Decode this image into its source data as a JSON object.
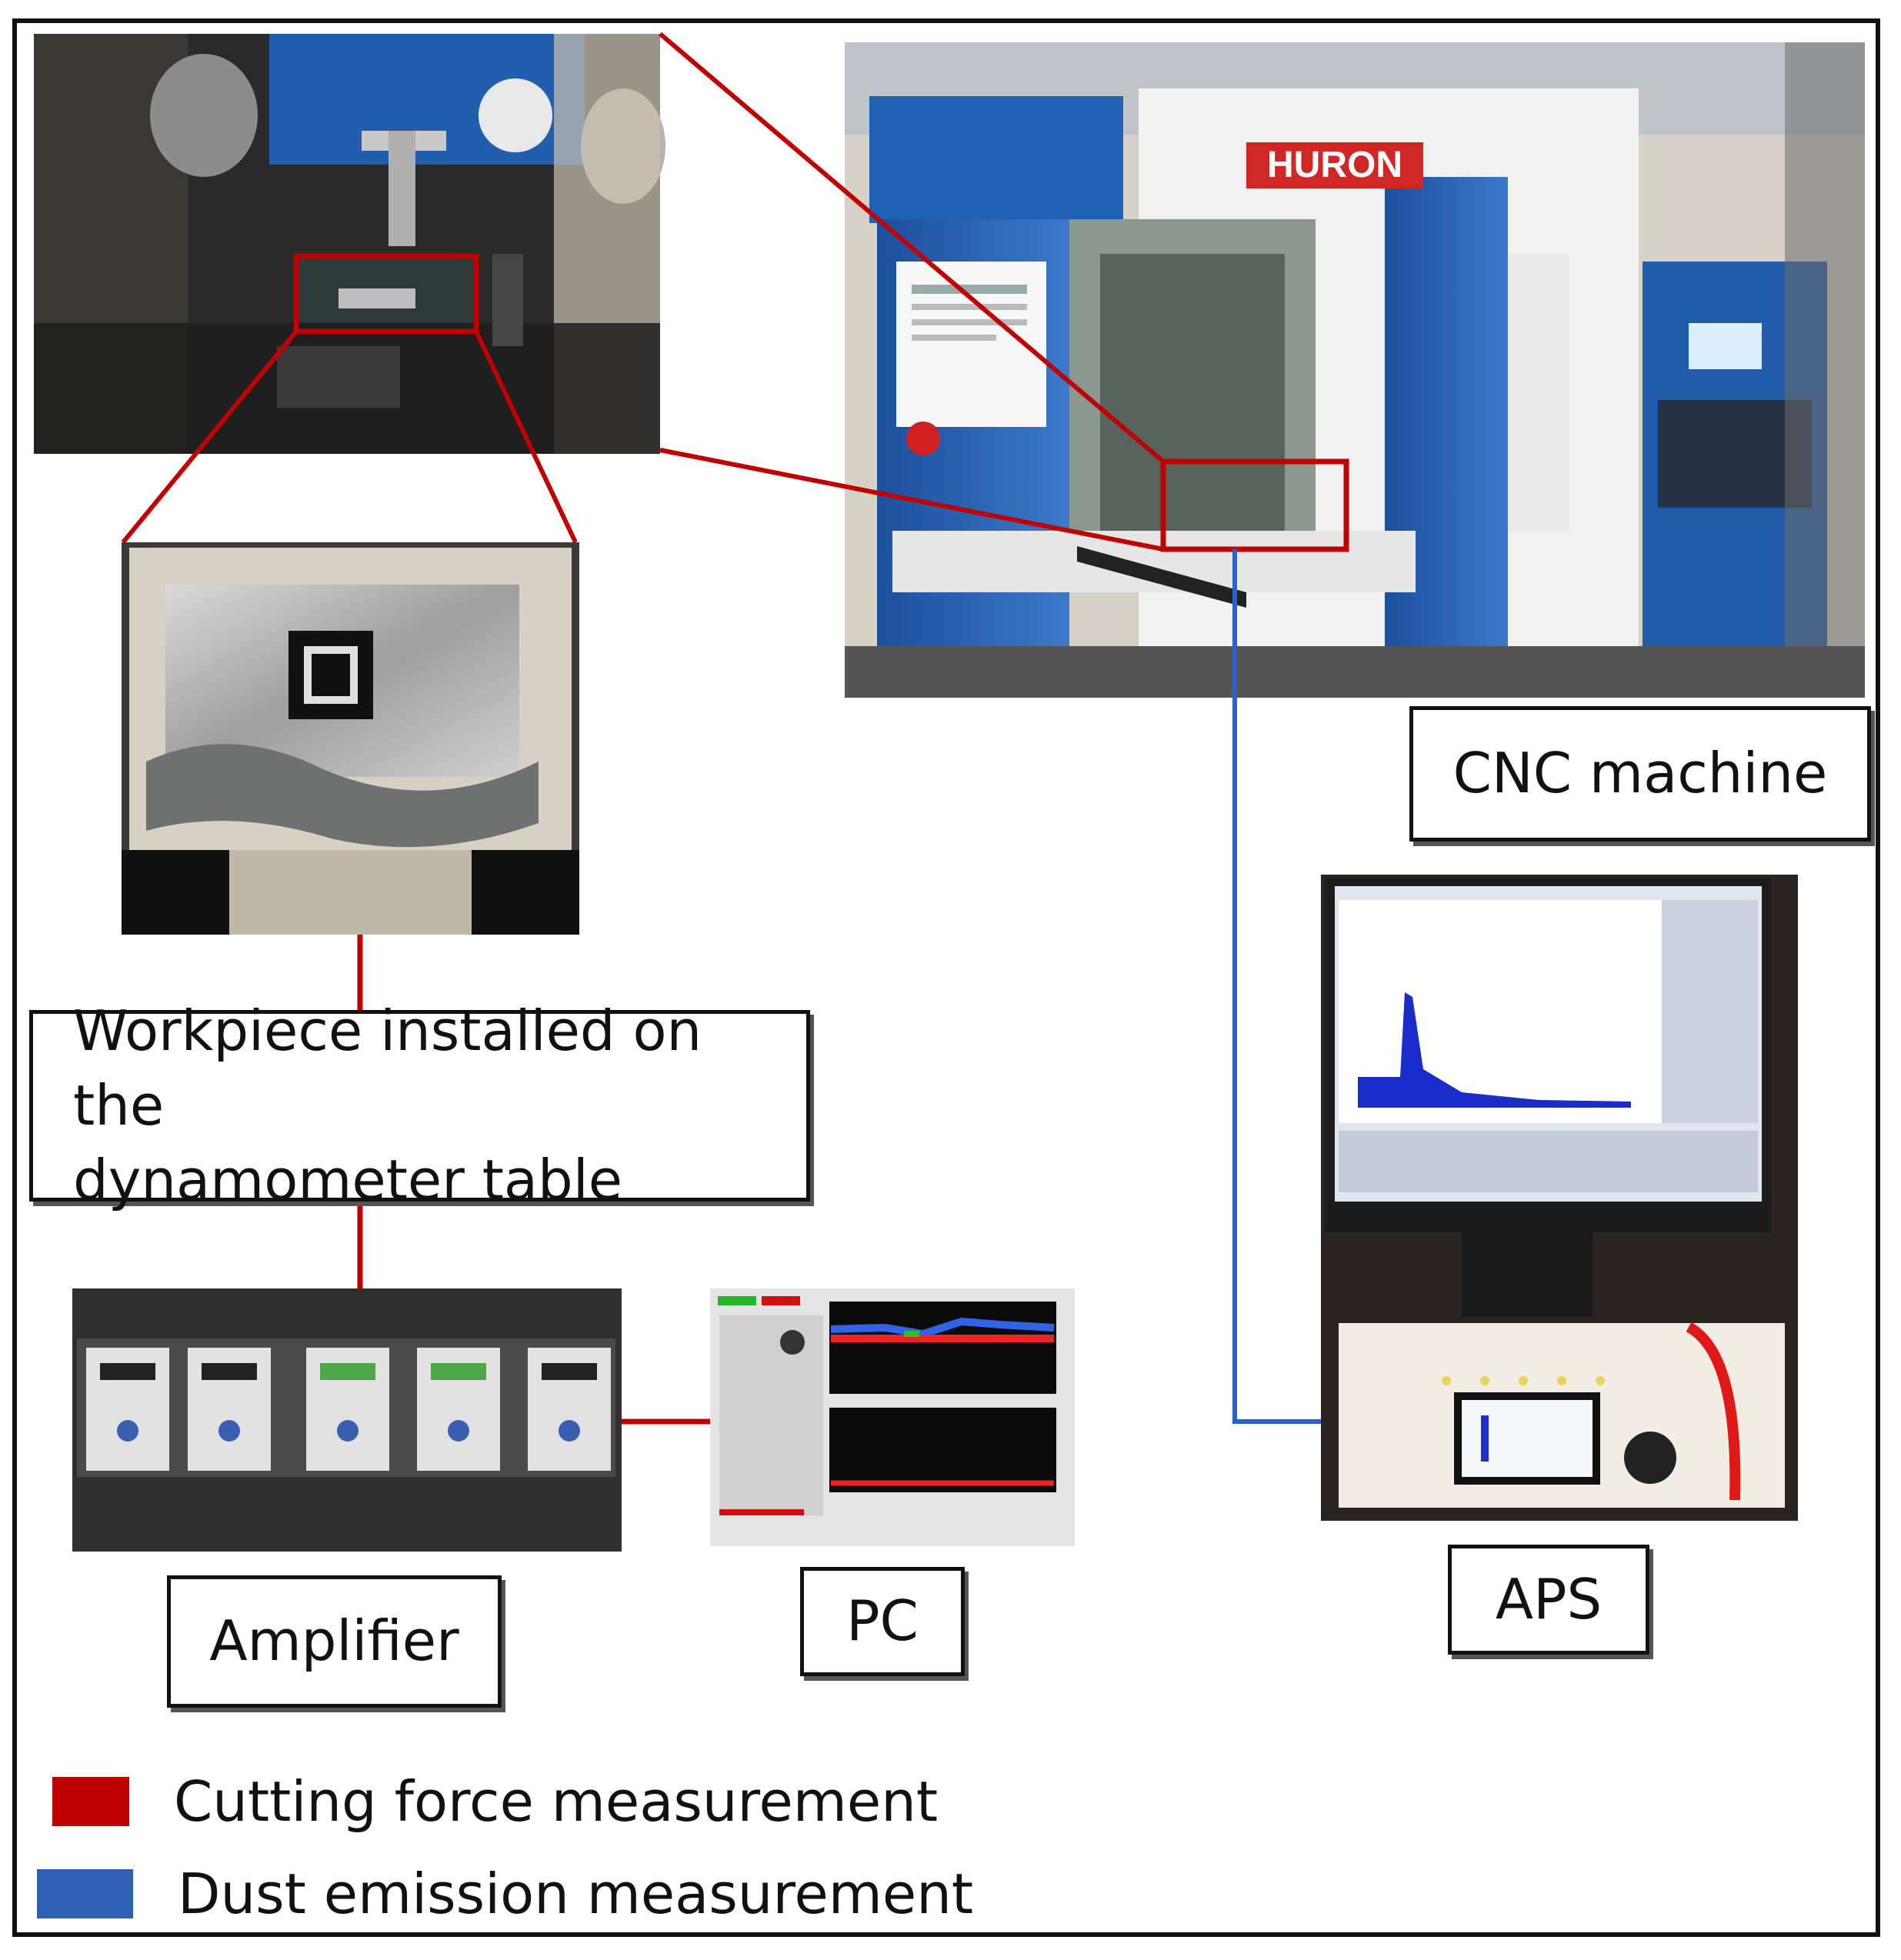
{
  "labels": {
    "cnc": "CNC machine",
    "workpiece_line1": "Workpiece installed on the",
    "workpiece_line2": "dynamometer table",
    "amplifier": "Amplifier",
    "pc": "PC",
    "aps": "APS"
  },
  "machine_brand": "HURON",
  "legend": [
    {
      "label": "Cutting force measurement",
      "color": "#c00000"
    },
    {
      "label": "Dust emission measurement",
      "color": "#2f5fb3"
    }
  ],
  "colors": {
    "cutting_force": "#c00000",
    "dust_emission": "#2b62c8"
  }
}
